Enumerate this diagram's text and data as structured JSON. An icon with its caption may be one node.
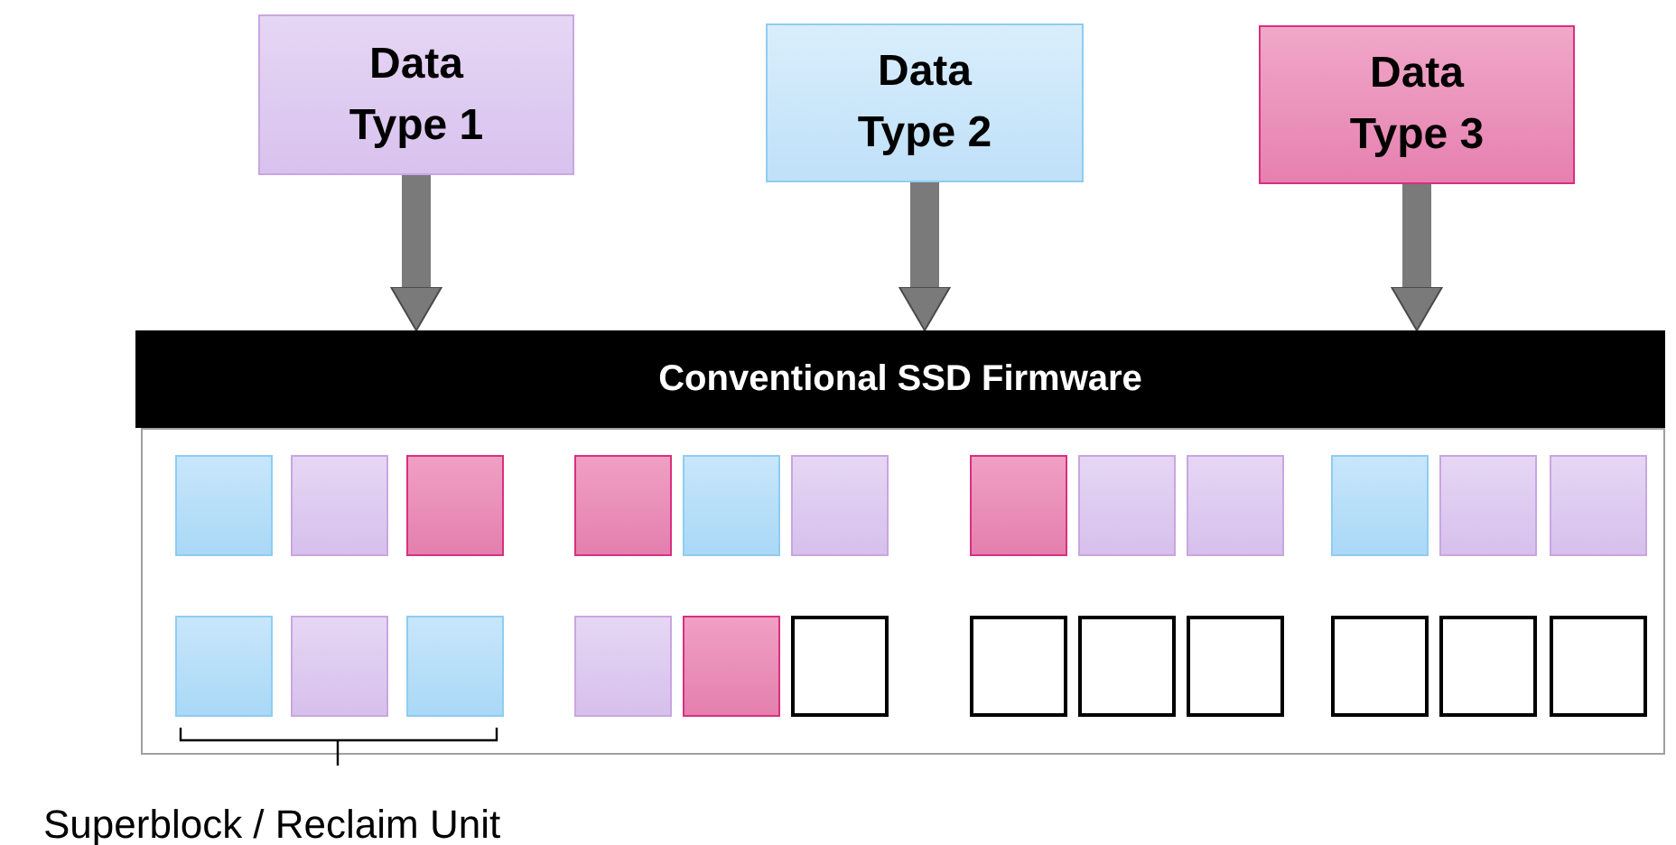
{
  "diagram": {
    "nodes": [
      {
        "text": [
          "Data Type 1"
        ]
      },
      {
        "text": [
          "Data Type 2"
        ]
      },
      {
        "text": [
          "Data Type 3"
        ]
      },
      {
        "text": [
          "Conventional SSD Firmware"
        ]
      },
      {
        "text": [],
        "shape": "box"
      },
      {
        "text": [],
        "shape": "box",
        "in": 4
      },
      {
        "text": [],
        "shape": "box",
        "in": 4
      },
      {
        "text": [],
        "shape": "box",
        "in": 4
      },
      {
        "text": [],
        "shape": "box",
        "in": 4
      },
      {
        "text": [],
        "shape": "box",
        "in": 4
      },
      {
        "text": [],
        "shape": "box",
        "in": 4
      },
      {
        "text": [],
        "shape": "box",
        "in": 4
      },
      {
        "text": [],
        "shape": "box",
        "in": 4
      },
      {
        "text": [],
        "shape": "box",
        "in": 4
      },
      {
        "text": [],
        "shape": "box",
        "in": 4
      },
      {
        "text": [],
        "shape": "box",
        "in": 4
      },
      {
        "text": [],
        "shape": "box",
        "in": 4
      },
      {
        "text": [],
        "shape": "box",
        "in": 4
      },
      {
        "text": [],
        "shape": "box",
        "in": 4
      },
      {
        "text": [],
        "shape": "box",
        "in": 4
      },
      {
        "text": [],
        "shape": "box",
        "in": 4
      },
      {
        "text": [],
        "shape": "box",
        "in": 4
      },
      {
        "text": [],
        "shape": "box",
        "in": 4
      },
      {
        "text": [],
        "shape": "box",
        "in": 4
      },
      {
        "text": [],
        "shape": "box",
        "in": 4
      },
      {
        "text": [],
        "shape": "box",
        "in": 4
      },
      {
        "text": [],
        "shape": "box",
        "in": 4
      },
      {
        "text": [],
        "shape": "box",
        "in": 4
      },
      {
        "text": [],
        "shape": "box",
        "in": 4
      }
    ],
    "edges": [
      {
        "from": 0,
        "to": 3,
        "arrow": "to"
      },
      {
        "from": 1,
        "to": 3,
        "arrow": "to"
      },
      {
        "from": 2,
        "to": 3,
        "arrow": "to"
      }
    ],
    "labels": [
      "Superblock / Reclaim Unit"
    ]
  }
}
